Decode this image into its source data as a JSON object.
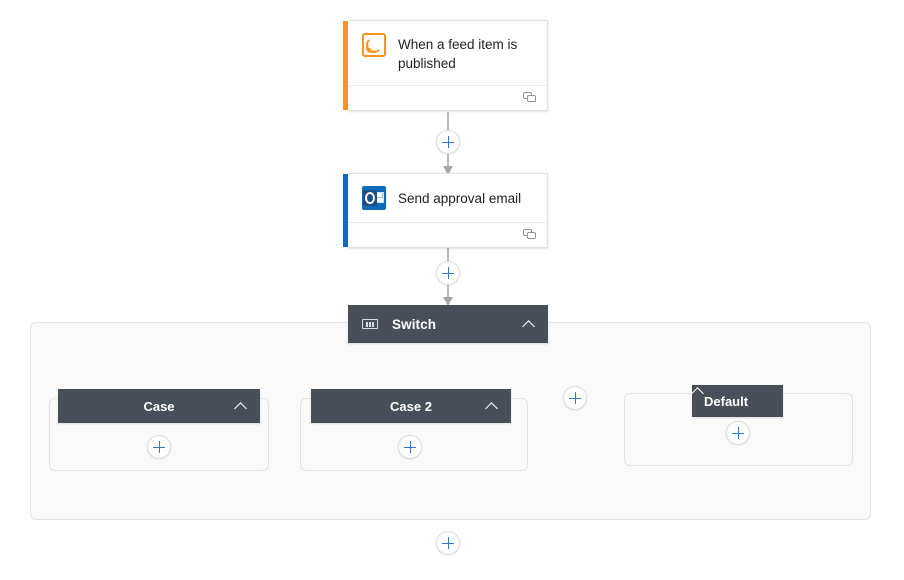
{
  "canvas": {
    "background_color": "#ffffff",
    "accent_blue": "#2a7ad2",
    "scope_header_color": "#484f58"
  },
  "flow": {
    "trigger": {
      "title": "When a feed item is published",
      "icon": "rss-icon",
      "accent_color": "#f7941e",
      "footer_icon": "comment-icon"
    },
    "action": {
      "title": "Send approval email",
      "icon": "outlook-icon",
      "accent_color": "#0f6cbd",
      "footer_icon": "comment-icon"
    },
    "switch": {
      "title": "Switch",
      "icon": "switch-icon",
      "collapse_icon": "chevron-up-icon"
    },
    "cases": [
      {
        "label": "Case",
        "collapse_icon": "chevron-up-icon",
        "add_label": "+"
      },
      {
        "label": "Case 2",
        "collapse_icon": "chevron-up-icon",
        "add_label": "+"
      },
      {
        "label": "Default",
        "collapse_icon": "chevron-up-icon",
        "add_label": "+"
      }
    ],
    "add_buttons": {
      "after_trigger": "+",
      "after_action": "+",
      "add_case": "+",
      "after_switch": "+"
    }
  }
}
